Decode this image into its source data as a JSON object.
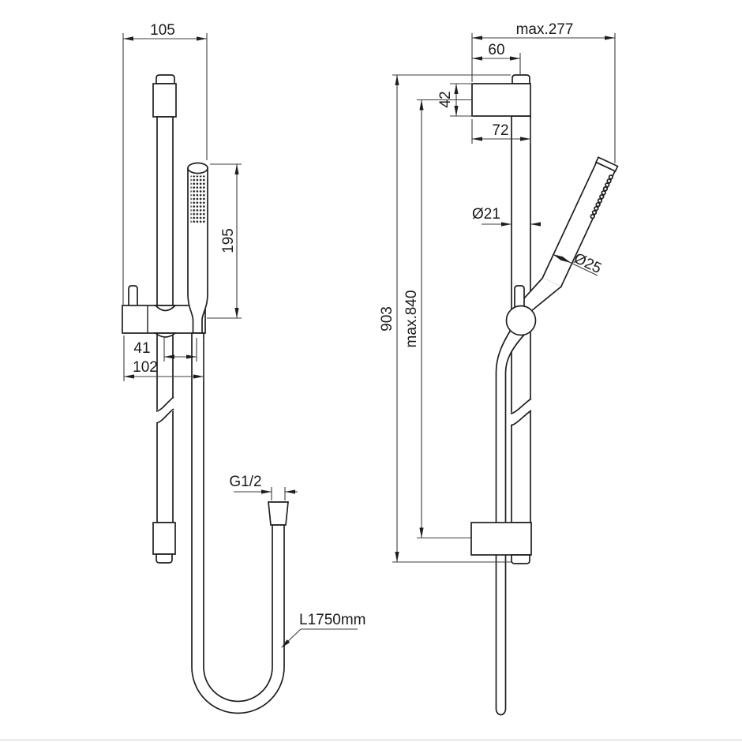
{
  "drawing": {
    "subject": "shower rail set technical drawing, front view and side view",
    "colors": {
      "line": "#1f1f1f",
      "dimension": "#3d3d3d",
      "background": "#ffffff"
    }
  },
  "labels": {
    "d105": "105",
    "d195": "195",
    "d41": "41",
    "d102": "102",
    "g12": "G1/2",
    "hose_length": "L1750mm",
    "max277": "max.277",
    "d60": "60",
    "d42": "42",
    "d72": "72",
    "dia21": "Ø21",
    "dia25": "Ø25",
    "d903": "903",
    "max840": "max.840"
  }
}
